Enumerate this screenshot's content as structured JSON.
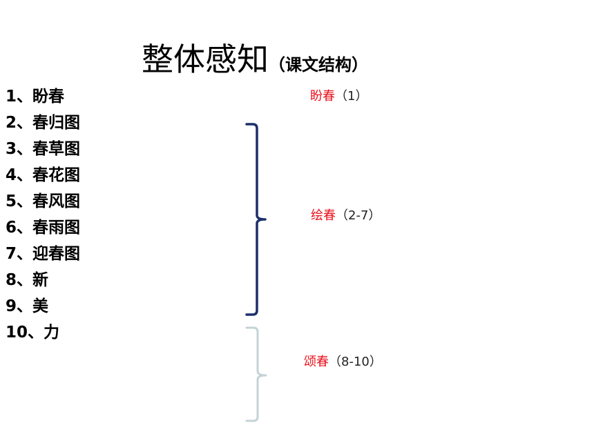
{
  "title": {
    "main": "整体感知",
    "sub": "（课文结构）"
  },
  "sections": [
    "1、盼春",
    "2、春归图",
    "3、春草图",
    "4、春花图",
    "5、春风图",
    "6、春雨图",
    "7、迎春图",
    "8、新",
    "9、美",
    "10、力"
  ],
  "parts": [
    {
      "name": "盼春",
      "range": "（1）"
    },
    {
      "name": "绘春",
      "range": "（2-7）"
    },
    {
      "name": "颂春",
      "range": "（8-10）"
    }
  ],
  "colors": {
    "part_name": "#e8101a",
    "brace_main": "#1c2f6b",
    "brace_light": "#c5d3d6"
  }
}
